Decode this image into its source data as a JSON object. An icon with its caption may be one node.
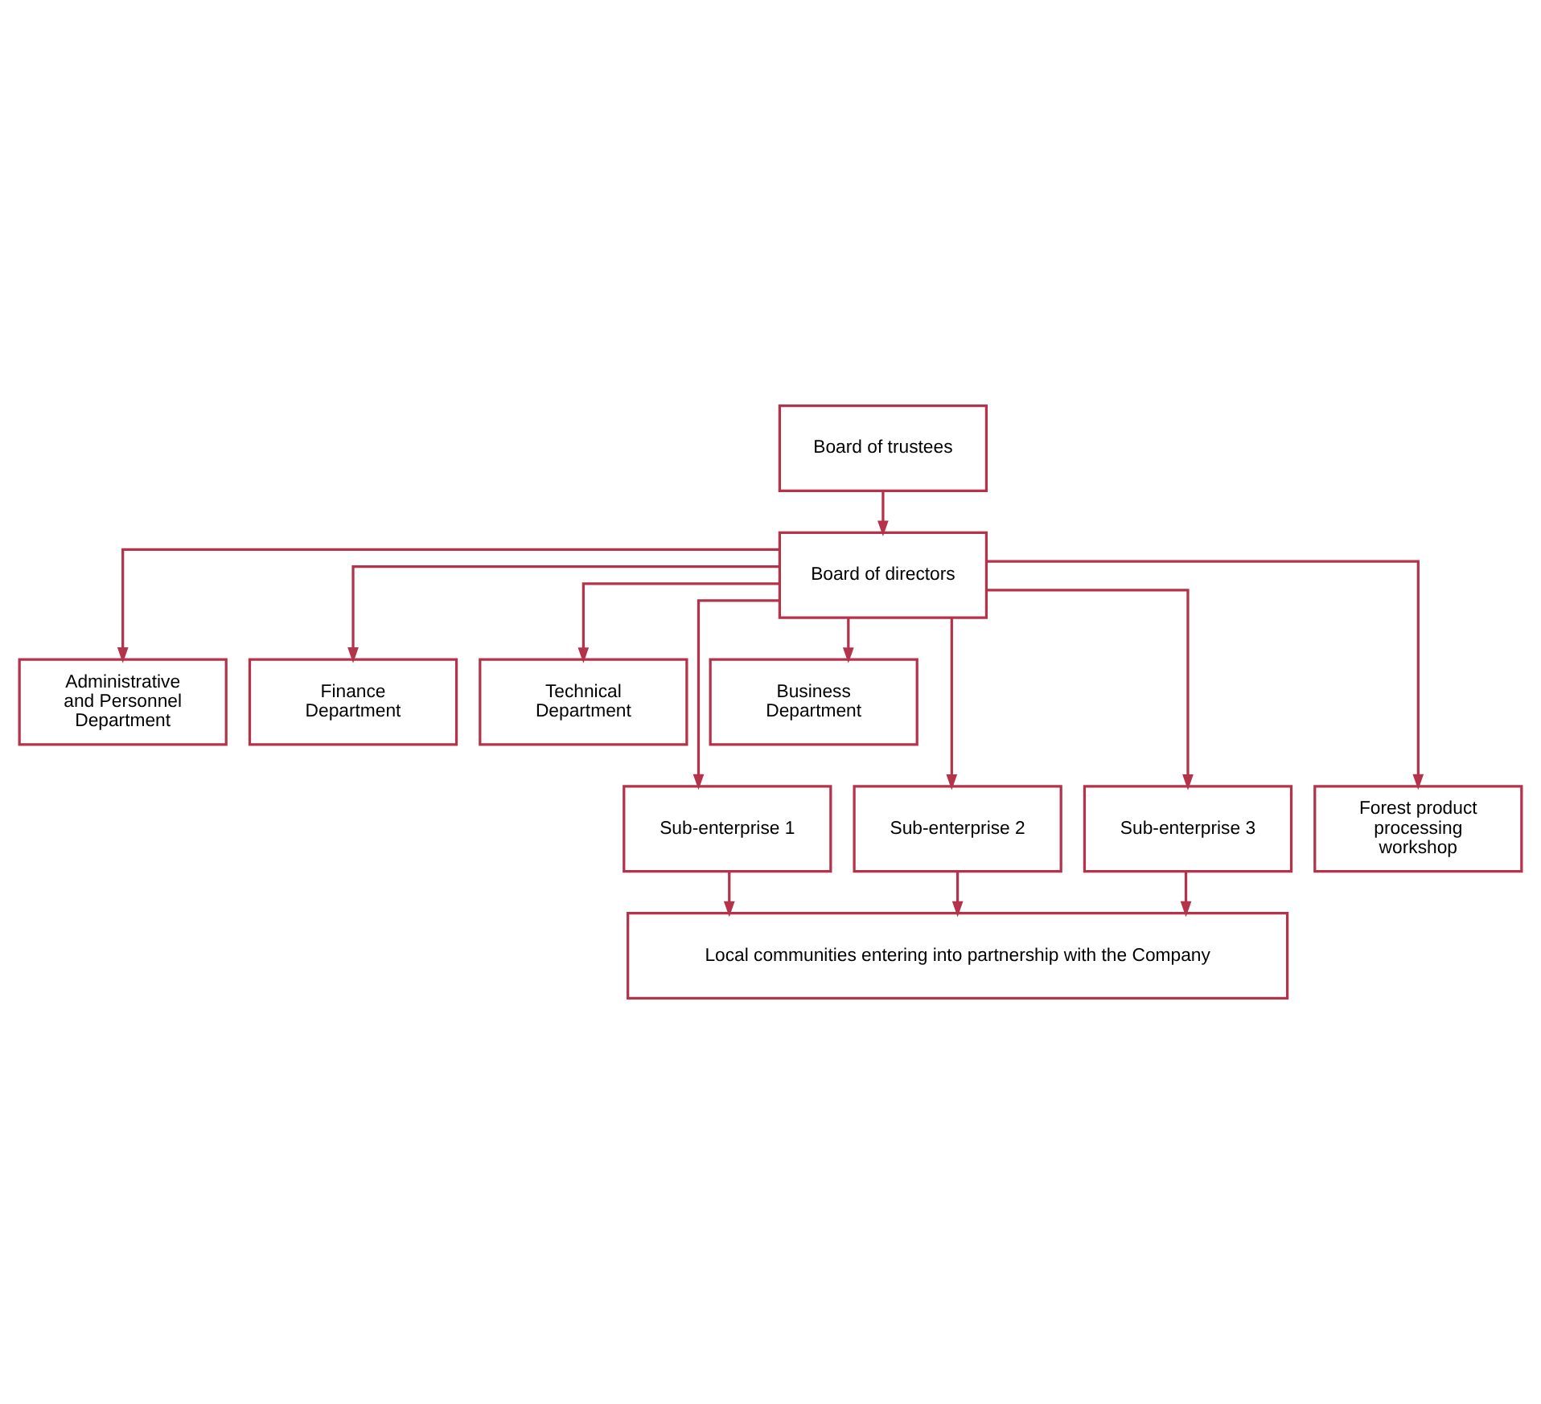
{
  "diagram": {
    "nodes": [
      {
        "text": [
          "Board of trustees"
        ]
      },
      {
        "text": [
          "Board of directors"
        ]
      },
      {
        "text": [
          "Administrative and Personnel Department"
        ]
      },
      {
        "text": [
          "Finance Department"
        ]
      },
      {
        "text": [
          "Technical Department"
        ]
      },
      {
        "text": [
          "Business Department"
        ]
      },
      {
        "text": [
          "Sub-enterprise 1"
        ]
      },
      {
        "text": [
          "Sub-enterprise 2"
        ]
      },
      {
        "text": [
          "Sub-enterprise 3"
        ]
      },
      {
        "text": [
          "Forest product processing workshop"
        ]
      },
      {
        "text": [
          "Local communities entering into partnership with the Company"
        ]
      }
    ],
    "edges": [
      {
        "from": 0,
        "to": 1,
        "arrow": "to"
      },
      {
        "from": 1,
        "to": 2,
        "arrow": "to"
      },
      {
        "from": 1,
        "to": 3,
        "arrow": "to"
      },
      {
        "from": 1,
        "to": 4,
        "arrow": "to"
      },
      {
        "from": 1,
        "to": 5,
        "arrow": "to"
      },
      {
        "from": 1,
        "to": 6,
        "arrow": "to"
      },
      {
        "from": 1,
        "to": 7,
        "arrow": "to"
      },
      {
        "from": 1,
        "to": 8,
        "arrow": "to"
      },
      {
        "from": 1,
        "to": 9,
        "arrow": "to"
      },
      {
        "from": 6,
        "to": 10,
        "arrow": "to"
      },
      {
        "from": 7,
        "to": 10,
        "arrow": "to"
      },
      {
        "from": 8,
        "to": 10,
        "arrow": "to"
      }
    ]
  }
}
